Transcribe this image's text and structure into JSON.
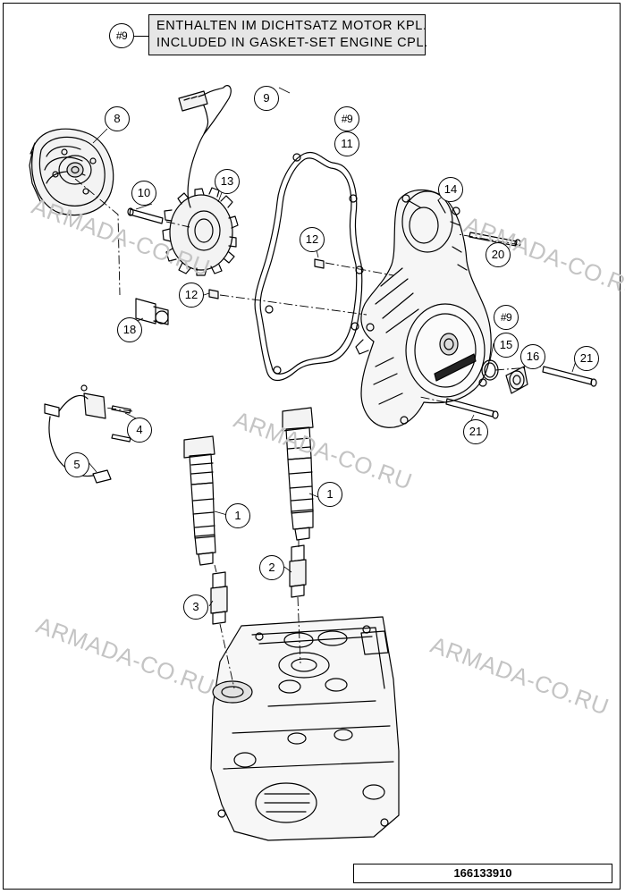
{
  "note": {
    "ref": "#9",
    "line_de": "ENTHALTEN IM DICHTSATZ MOTOR KPL.",
    "line_en": "INCLUDED IN GASKET-SET ENGINE CPL."
  },
  "watermark_text": "ARMADA-CO.RU",
  "drawing_number": "166133910",
  "callouts": [
    {
      "id": "callout-8",
      "label": "8"
    },
    {
      "id": "callout-9",
      "label": "9"
    },
    {
      "id": "callout-ref9-gasket",
      "label": "#9"
    },
    {
      "id": "callout-11",
      "label": "11"
    },
    {
      "id": "callout-10",
      "label": "10"
    },
    {
      "id": "callout-13",
      "label": "13"
    },
    {
      "id": "callout-14",
      "label": "14"
    },
    {
      "id": "callout-12-upper",
      "label": "12"
    },
    {
      "id": "callout-20",
      "label": "20"
    },
    {
      "id": "callout-12-lower",
      "label": "12"
    },
    {
      "id": "callout-18",
      "label": "18"
    },
    {
      "id": "callout-ref9-seal",
      "label": "#9"
    },
    {
      "id": "callout-15",
      "label": "15"
    },
    {
      "id": "callout-16",
      "label": "16"
    },
    {
      "id": "callout-21-upper",
      "label": "21"
    },
    {
      "id": "callout-4",
      "label": "4"
    },
    {
      "id": "callout-21-lower",
      "label": "21"
    },
    {
      "id": "callout-5",
      "label": "5"
    },
    {
      "id": "callout-1-right",
      "label": "1"
    },
    {
      "id": "callout-1-left",
      "label": "1"
    },
    {
      "id": "callout-2",
      "label": "2"
    },
    {
      "id": "callout-3",
      "label": "3"
    }
  ]
}
